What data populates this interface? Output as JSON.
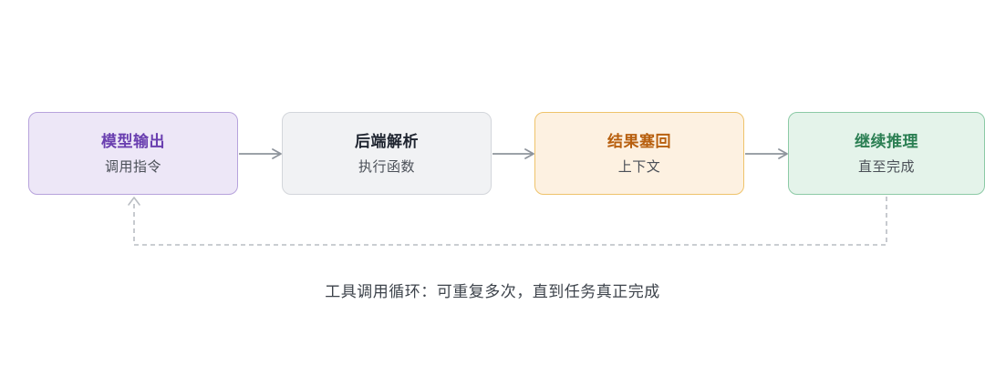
{
  "nodes": [
    {
      "title": "模型输出",
      "subtitle": "调用指令",
      "fill": "#ede7f7",
      "border": "#b7a3dc",
      "title_color": "#6a3fb0"
    },
    {
      "title": "后端解析",
      "subtitle": "执行函数",
      "fill": "#f1f2f4",
      "border": "#d3d6db",
      "title_color": "#1f2530"
    },
    {
      "title": "结果塞回",
      "subtitle": "上下文",
      "fill": "#fdf1e1",
      "border": "#efc36b",
      "title_color": "#b8600f"
    },
    {
      "title": "继续推理",
      "subtitle": "直至完成",
      "fill": "#e4f3ea",
      "border": "#8ccaa6",
      "title_color": "#2b7f53"
    }
  ],
  "connector_color": "#8e949c",
  "loop_color": "#b9bdc3",
  "caption": "工具调用循环：可重复多次，直到任务真正完成"
}
